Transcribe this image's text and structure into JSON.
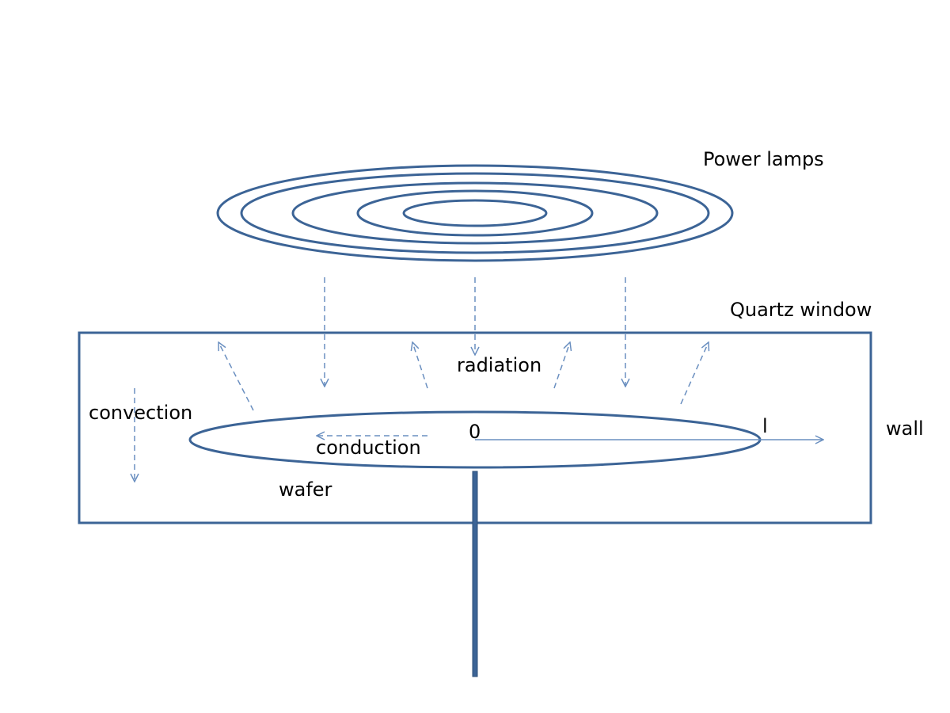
{
  "labels": {
    "power_lamps": "Power lamps",
    "quartz_window": "Quartz window",
    "radiation": "radiation",
    "convection": "convection",
    "conduction": "conduction",
    "wafer": "wafer",
    "wall": "wall",
    "origin": "0",
    "length": "l"
  },
  "colors": {
    "outline": "#3c6496",
    "arrows": "#6a8fc0",
    "text": "#000000",
    "background": "#ffffff"
  }
}
